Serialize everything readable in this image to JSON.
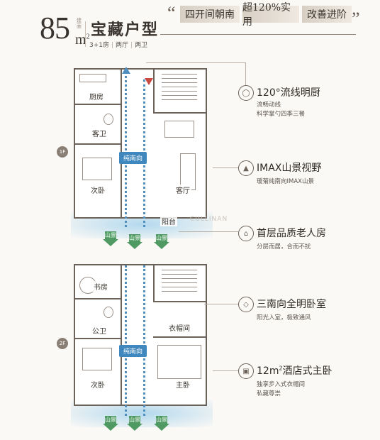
{
  "header": {
    "size_number": "85",
    "size_unit": "m",
    "size_unit_sup": "2",
    "small_tag": "建面",
    "title": "宝藏户型",
    "rooms": [
      "3+1房",
      "两厅",
      "两卫"
    ],
    "highlights": [
      "四开间朝南",
      "超120%实用",
      "改善进阶"
    ]
  },
  "floor1": {
    "badge": "1F",
    "rooms": {
      "kitchen": "厨房",
      "guest_bath": "客卫",
      "second_bedroom": "次卧",
      "living_room": "客厅",
      "balcony": "阳台"
    },
    "south_label": "纯南向",
    "mountain_labels": [
      "山景",
      "山景",
      "山景"
    ],
    "watermark": "CULLINAN"
  },
  "floor2": {
    "badge": "2F",
    "rooms": {
      "study": "书房",
      "public_bath": "公卫",
      "wardrobe": "衣帽间",
      "second_bedroom": "次卧",
      "master_bedroom": "主卧"
    },
    "south_label": "纯南向",
    "mountain_labels": [
      "山景",
      "山景",
      "山景"
    ]
  },
  "features": [
    {
      "icon": "kitchen-icon",
      "title": "120°流线明厨",
      "subs": [
        "流畅动线",
        "科学掌勺四季三餐"
      ]
    },
    {
      "icon": "mountain-icon",
      "title": "IMAX山景视野",
      "subs": [
        "瑷菊纯南向IMAX山景"
      ]
    },
    {
      "icon": "house-icon",
      "title": "首层品质老人房",
      "subs": [
        "分层而居，合而不扰"
      ]
    },
    {
      "icon": "diamond-icon",
      "title": "三南向全明卧室",
      "subs": [
        "阳光入室，极致通风"
      ]
    },
    {
      "icon": "bed-icon",
      "title_prefix": "12m",
      "title_sup": "2",
      "title": "酒店式主卧",
      "subs": [
        "独享步入式衣帽间",
        "私藏尊崇"
      ]
    }
  ]
}
